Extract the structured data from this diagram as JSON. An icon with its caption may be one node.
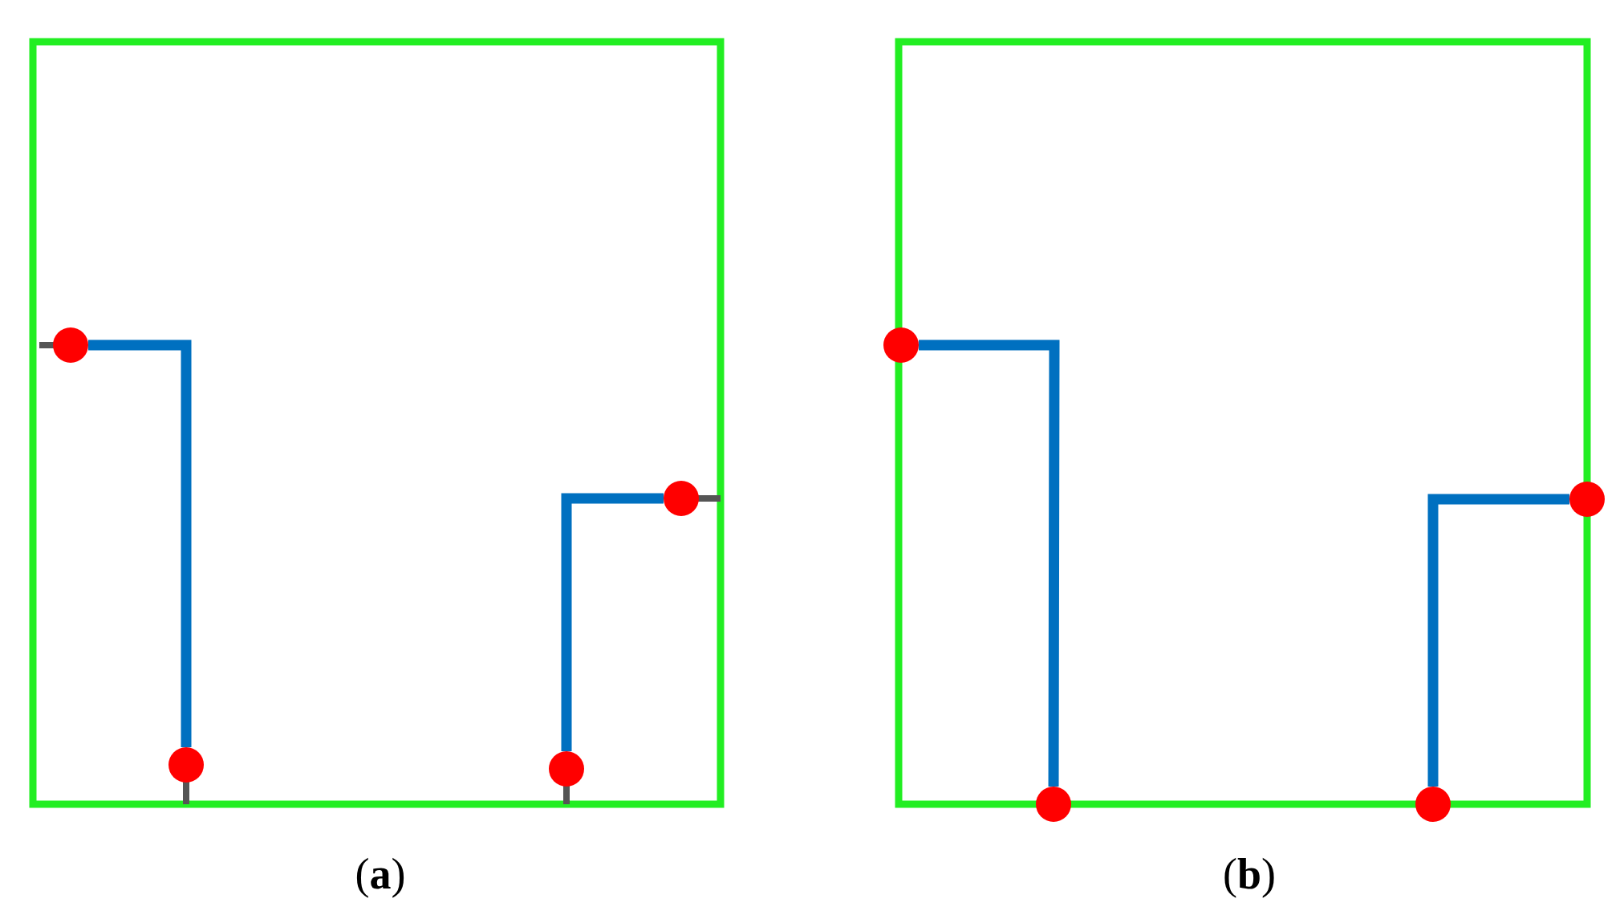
{
  "diagram": {
    "nodes": [
      {
        "text": [],
        "shape": "circle"
      },
      {
        "text": [],
        "shape": "circle"
      },
      {
        "text": [],
        "shape": "circle"
      },
      {
        "text": [],
        "shape": "circle"
      },
      {
        "text": [],
        "shape": "circle"
      },
      {
        "text": [],
        "shape": "circle"
      },
      {
        "text": [],
        "shape": "circle"
      },
      {
        "text": [],
        "shape": "circle"
      }
    ],
    "edges": [
      {
        "from": 0,
        "to": 1,
        "arrow": "none"
      },
      {
        "from": 2,
        "to": 3,
        "arrow": "none"
      },
      {
        "from": 4,
        "to": 5,
        "arrow": "none"
      },
      {
        "from": 6,
        "to": 7,
        "arrow": "none"
      }
    ],
    "labels": [
      "(**a**)",
      "(**b**)"
    ]
  }
}
